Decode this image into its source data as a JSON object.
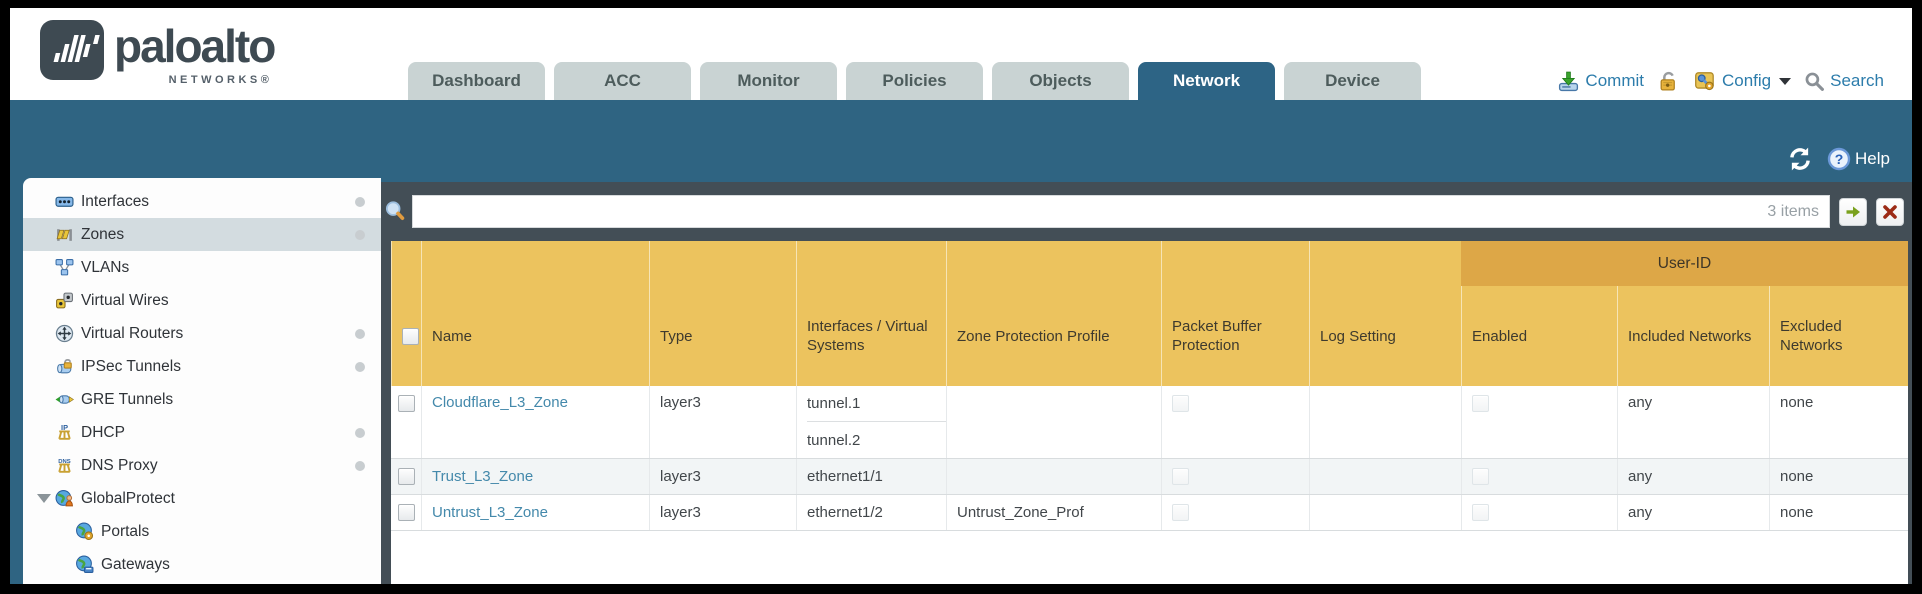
{
  "colors": {
    "teal": "#2f6482",
    "slate": "#434e56",
    "header_amber": "#ecc35e",
    "group_amber": "#dda747",
    "link_blue": "#4489ab",
    "util_blue": "#2c7cab",
    "tab_inactive": "#c9d3d3",
    "selected_row": "#d3dce0"
  },
  "header": {
    "logo_word": "paloalto",
    "logo_sub": "NETWORKS®",
    "tabs": [
      {
        "label": "Dashboard",
        "active": false
      },
      {
        "label": "ACC",
        "active": false
      },
      {
        "label": "Monitor",
        "active": false
      },
      {
        "label": "Policies",
        "active": false
      },
      {
        "label": "Objects",
        "active": false
      },
      {
        "label": "Network",
        "active": true
      },
      {
        "label": "Device",
        "active": false
      }
    ],
    "utilities": {
      "commit_label": "Commit",
      "config_label": "Config",
      "search_label": "Search"
    }
  },
  "toolbar": {
    "help_label": "Help"
  },
  "filter": {
    "value": "",
    "items_count": "3 items"
  },
  "sidebar": {
    "items": [
      {
        "label": "Interfaces",
        "icon": "interfaces-icon",
        "dot": true,
        "selected": false,
        "expanded": false,
        "indent": false
      },
      {
        "label": "Zones",
        "icon": "zones-icon",
        "dot": true,
        "selected": true,
        "expanded": false,
        "indent": false
      },
      {
        "label": "VLANs",
        "icon": "vlans-icon",
        "dot": false,
        "selected": false,
        "expanded": false,
        "indent": false
      },
      {
        "label": "Virtual Wires",
        "icon": "virtual-wires-icon",
        "dot": false,
        "selected": false,
        "expanded": false,
        "indent": false
      },
      {
        "label": "Virtual Routers",
        "icon": "virtual-routers-icon",
        "dot": true,
        "selected": false,
        "expanded": false,
        "indent": false
      },
      {
        "label": "IPSec Tunnels",
        "icon": "ipsec-tunnels-icon",
        "dot": true,
        "selected": false,
        "expanded": false,
        "indent": false
      },
      {
        "label": "GRE Tunnels",
        "icon": "gre-tunnels-icon",
        "dot": false,
        "selected": false,
        "expanded": false,
        "indent": false
      },
      {
        "label": "DHCP",
        "icon": "dhcp-icon",
        "dot": true,
        "selected": false,
        "expanded": false,
        "indent": false
      },
      {
        "label": "DNS Proxy",
        "icon": "dns-proxy-icon",
        "dot": true,
        "selected": false,
        "expanded": false,
        "indent": false
      },
      {
        "label": "GlobalProtect",
        "icon": "globalprotect-icon",
        "dot": false,
        "selected": false,
        "expanded": true,
        "indent": false
      },
      {
        "label": "Portals",
        "icon": "portals-icon",
        "dot": false,
        "selected": false,
        "expanded": false,
        "indent": true
      },
      {
        "label": "Gateways",
        "icon": "gateways-icon",
        "dot": false,
        "selected": false,
        "expanded": false,
        "indent": true
      }
    ]
  },
  "table": {
    "group_header": "User-ID",
    "columns": [
      "Name",
      "Type",
      "Interfaces /\nVirtual\nSystems",
      "Zone Protection\nProfile",
      "Packet Buffer\nProtection",
      "Log Setting",
      "Enabled",
      "Included\nNetworks",
      "Excluded\nNetworks"
    ],
    "rows": [
      {
        "name": "Cloudflare_L3_Zone",
        "type": "layer3",
        "interfaces": [
          "tunnel.1",
          "tunnel.2"
        ],
        "zone_protection_profile": "",
        "packet_buffer_protection": false,
        "log_setting": "",
        "user_id_enabled": false,
        "included_networks": "any",
        "excluded_networks": "none",
        "alt": false
      },
      {
        "name": "Trust_L3_Zone",
        "type": "layer3",
        "interfaces": [
          "ethernet1/1"
        ],
        "zone_protection_profile": "",
        "packet_buffer_protection": false,
        "log_setting": "",
        "user_id_enabled": false,
        "included_networks": "any",
        "excluded_networks": "none",
        "alt": true
      },
      {
        "name": "Untrust_L3_Zone",
        "type": "layer3",
        "interfaces": [
          "ethernet1/2"
        ],
        "zone_protection_profile": "Untrust_Zone_Prof",
        "packet_buffer_protection": false,
        "log_setting": "",
        "user_id_enabled": false,
        "included_networks": "any",
        "excluded_networks": "none",
        "alt": false
      }
    ]
  }
}
